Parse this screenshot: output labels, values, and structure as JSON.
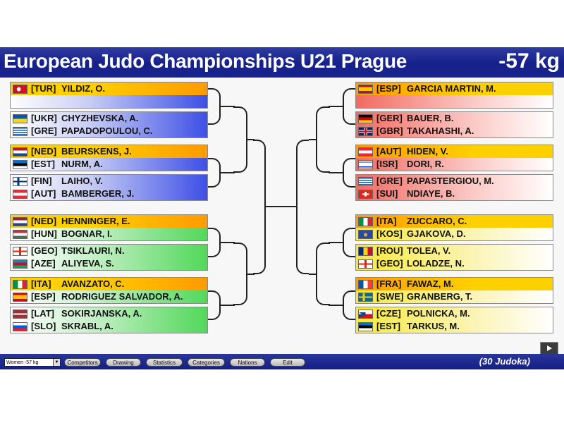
{
  "header": {
    "title": "European Judo Championships U21 Prague",
    "category": "-57 kg"
  },
  "left_groups": [
    {
      "top": [
        {
          "code": "[TUR]",
          "name": "YILDIZ, O.",
          "flag": "TUR",
          "seed": true
        }
      ],
      "bottom": [
        {
          "code": "[UKR]",
          "name": "CHYZHEVSKA, A.",
          "flag": "UKR"
        },
        {
          "code": "[GRE]",
          "name": "PAPADOPOULOU, C.",
          "flag": "GRE"
        }
      ],
      "bye": true,
      "color": "blue"
    },
    {
      "top": [
        {
          "code": "[NED]",
          "name": "BEURSKENS, J.",
          "flag": "NED",
          "seed": true
        },
        {
          "code": "[EST]",
          "name": "NURM, A.",
          "flag": "EST"
        }
      ],
      "bottom": [
        {
          "code": "[FIN]",
          "name": "LAIHO, V.",
          "flag": "FIN"
        },
        {
          "code": "[AUT]",
          "name": "BAMBERGER, J.",
          "flag": "AUT"
        }
      ],
      "color": "blue"
    },
    {
      "top": [
        {
          "code": "[NED]",
          "name": "HENNINGER, E.",
          "flag": "NED",
          "seed": true
        },
        {
          "code": "[HUN]",
          "name": "BOGNAR, I.",
          "flag": "HUN"
        }
      ],
      "bottom": [
        {
          "code": "[GEO]",
          "name": "TSIKLAURI, N.",
          "flag": "GEO"
        },
        {
          "code": "[AZE]",
          "name": "ALIYEVA, S.",
          "flag": "AZE"
        }
      ],
      "color": "green"
    },
    {
      "top": [
        {
          "code": "[ITA]",
          "name": "AVANZATO, C.",
          "flag": "ITA",
          "seed": true
        },
        {
          "code": "[ESP]",
          "name": "RODRIGUEZ SALVADOR, A.",
          "flag": "ESP"
        }
      ],
      "bottom": [
        {
          "code": "[LAT]",
          "name": "SOKIRJANSKA, A.",
          "flag": "LAT"
        },
        {
          "code": "[SLO]",
          "name": "SKRABL, A.",
          "flag": "SLO"
        }
      ],
      "color": "green"
    }
  ],
  "right_groups": [
    {
      "top": [
        {
          "code": "[ESP]",
          "name": "GARCIA MARTIN, M.",
          "flag": "ESP",
          "seed": true
        }
      ],
      "bottom": [
        {
          "code": "[GER]",
          "name": "BAUER, B.",
          "flag": "GER"
        },
        {
          "code": "[GBR]",
          "name": "TAKAHASHI, A.",
          "flag": "GBR"
        }
      ],
      "bye": true,
      "color": "red"
    },
    {
      "top": [
        {
          "code": "[AUT]",
          "name": "HIDEN, V.",
          "flag": "AUT",
          "seed": true
        },
        {
          "code": "[ISR]",
          "name": "DORI, R.",
          "flag": "ISR"
        }
      ],
      "bottom": [
        {
          "code": "[GRE]",
          "name": "PAPASTERGIOU, M.",
          "flag": "GRE"
        },
        {
          "code": "[SUI]",
          "name": "NDIAYE, B.",
          "flag": "SUI"
        }
      ],
      "color": "red"
    },
    {
      "top": [
        {
          "code": "[ITA]",
          "name": "ZUCCARO, C.",
          "flag": "ITA",
          "seed": true
        },
        {
          "code": "[KOS]",
          "name": "GJAKOVA, D.",
          "flag": "KOS"
        }
      ],
      "bottom": [
        {
          "code": "[ROU]",
          "name": "TOLEA, V.",
          "flag": "ROU"
        },
        {
          "code": "[GEO]",
          "name": "LOLADZE, N.",
          "flag": "GEO"
        }
      ],
      "color": "yellow"
    },
    {
      "top": [
        {
          "code": "[FRA]",
          "name": "FAWAZ, M.",
          "flag": "FRA",
          "seed": true
        },
        {
          "code": "[SWE]",
          "name": "GRANBERG, T.",
          "flag": "SWE"
        }
      ],
      "bottom": [
        {
          "code": "[CZE]",
          "name": "POLNICKA, M.",
          "flag": "CZE"
        },
        {
          "code": "[EST]",
          "name": "TARKUS, M.",
          "flag": "EST"
        }
      ],
      "color": "yellow"
    }
  ],
  "colors": {
    "blue": "#3d4fe6",
    "green": "#52d85a",
    "red": "#f26a62",
    "yellow": "#f7e93a",
    "seed": "#ffc400",
    "header": "#16208a"
  },
  "toolbar": {
    "category_select": "Women -57 kg",
    "buttons": [
      "Competitors",
      "Drawing",
      "Statistics",
      "Categories",
      "Nations",
      "Edit"
    ],
    "judoka_count": "(30 Judoka)"
  }
}
